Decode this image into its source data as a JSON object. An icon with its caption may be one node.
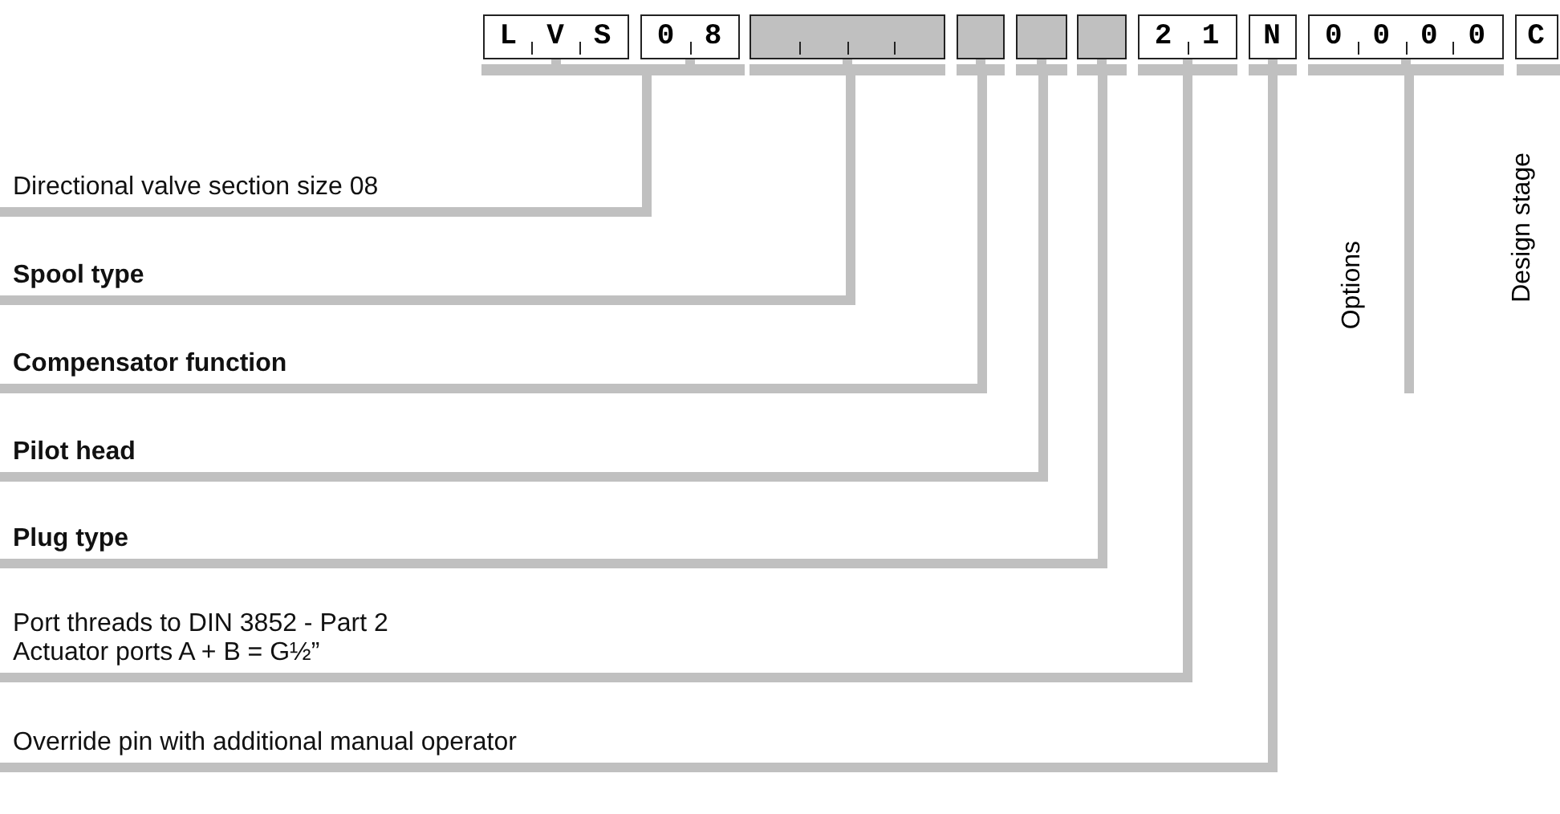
{
  "diagram": {
    "nodes": [
      {
        "text": [
          "LVS"
        ]
      },
      {
        "text": [
          "08"
        ]
      },
      {
        "text": [],
        "shape": "box"
      },
      {
        "text": [],
        "shape": "box"
      },
      {
        "text": [],
        "shape": "box"
      },
      {
        "text": [],
        "shape": "box"
      },
      {
        "text": [
          "21"
        ]
      },
      {
        "text": [
          "N"
        ]
      },
      {
        "text": [
          "0000"
        ]
      },
      {
        "text": [
          "C"
        ]
      },
      {
        "text": [
          "Directional valve section size 08"
        ]
      },
      {
        "text": [
          "Spool type"
        ]
      },
      {
        "text": [
          "Compensator function"
        ]
      },
      {
        "text": [
          "Pilot head"
        ]
      },
      {
        "text": [
          "Plug type"
        ]
      },
      {
        "text": [
          "Port threads to DIN 3852 - Part 2",
          "Actuator ports A + B = G½”"
        ]
      },
      {
        "text": [
          "Override pin  with additional manual operator"
        ]
      },
      {
        "text": [
          "Options"
        ]
      }
    ],
    "edges": [
      {
        "from": 10,
        "to": 0,
        "arrow": "none"
      },
      {
        "from": 10,
        "to": 1,
        "arrow": "none"
      },
      {
        "from": 11,
        "to": 2,
        "arrow": "none"
      },
      {
        "from": 12,
        "to": 3,
        "arrow": "none"
      },
      {
        "from": 13,
        "to": 4,
        "arrow": "none"
      },
      {
        "from": 14,
        "to": 5,
        "arrow": "none"
      },
      {
        "from": 15,
        "to": 6,
        "arrow": "none"
      },
      {
        "from": 16,
        "to": 7,
        "arrow": "none"
      },
      {
        "from": 17,
        "to": 8,
        "arrow": "none"
      }
    ],
    "labels": [
      "Design stage"
    ]
  }
}
